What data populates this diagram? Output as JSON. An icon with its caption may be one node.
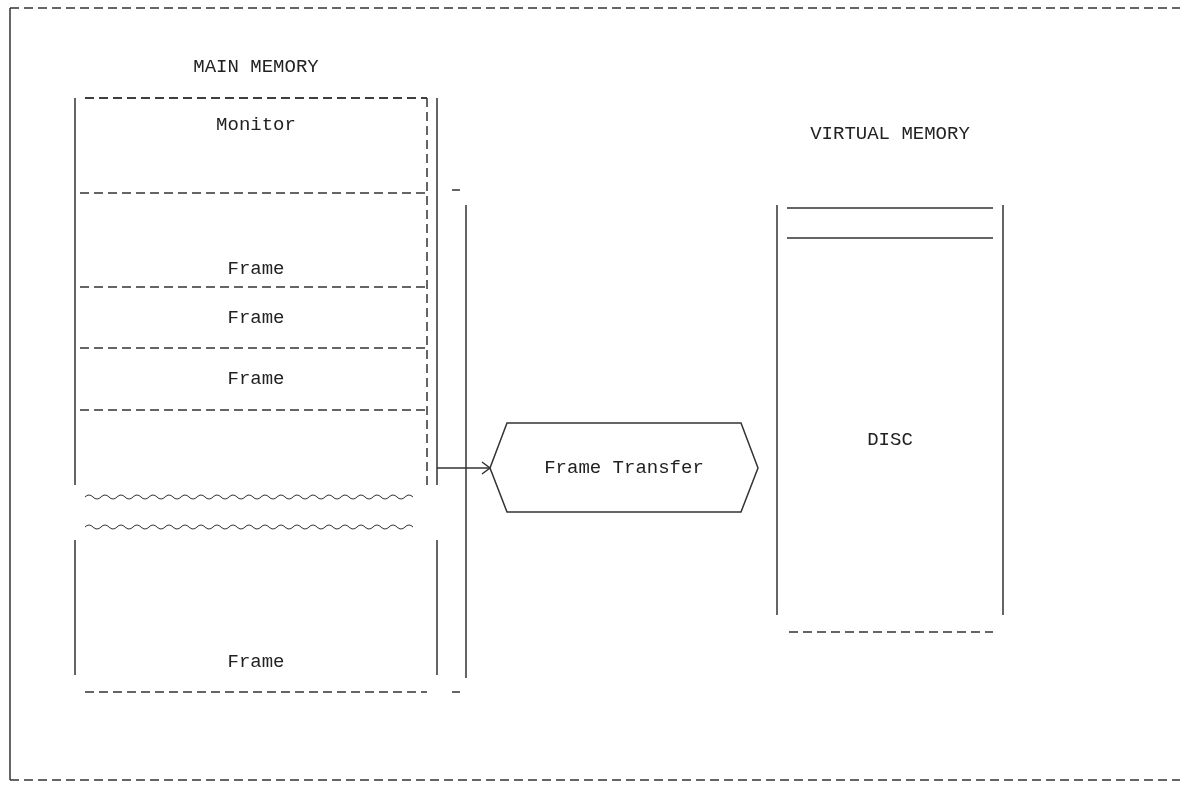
{
  "diagram": {
    "nodes": [
      {
        "text": [
          "MAIN MEMORY"
        ]
      },
      {
        "text": [
          "Monitor"
        ],
        "in": 0
      },
      {
        "text": [
          "Frame"
        ],
        "in": 0
      },
      {
        "text": [
          "Frame"
        ],
        "in": 0
      },
      {
        "text": [
          "Frame"
        ],
        "in": 0
      },
      {
        "text": [
          "Frame"
        ],
        "in": 0
      },
      {
        "text": [
          "Frame Transfer"
        ]
      },
      {
        "text": [
          "VIRTUAL MEMORY",
          "DISC"
        ]
      }
    ],
    "edges": [
      {
        "from": 0,
        "to": 6,
        "arrow": "to"
      }
    ]
  }
}
